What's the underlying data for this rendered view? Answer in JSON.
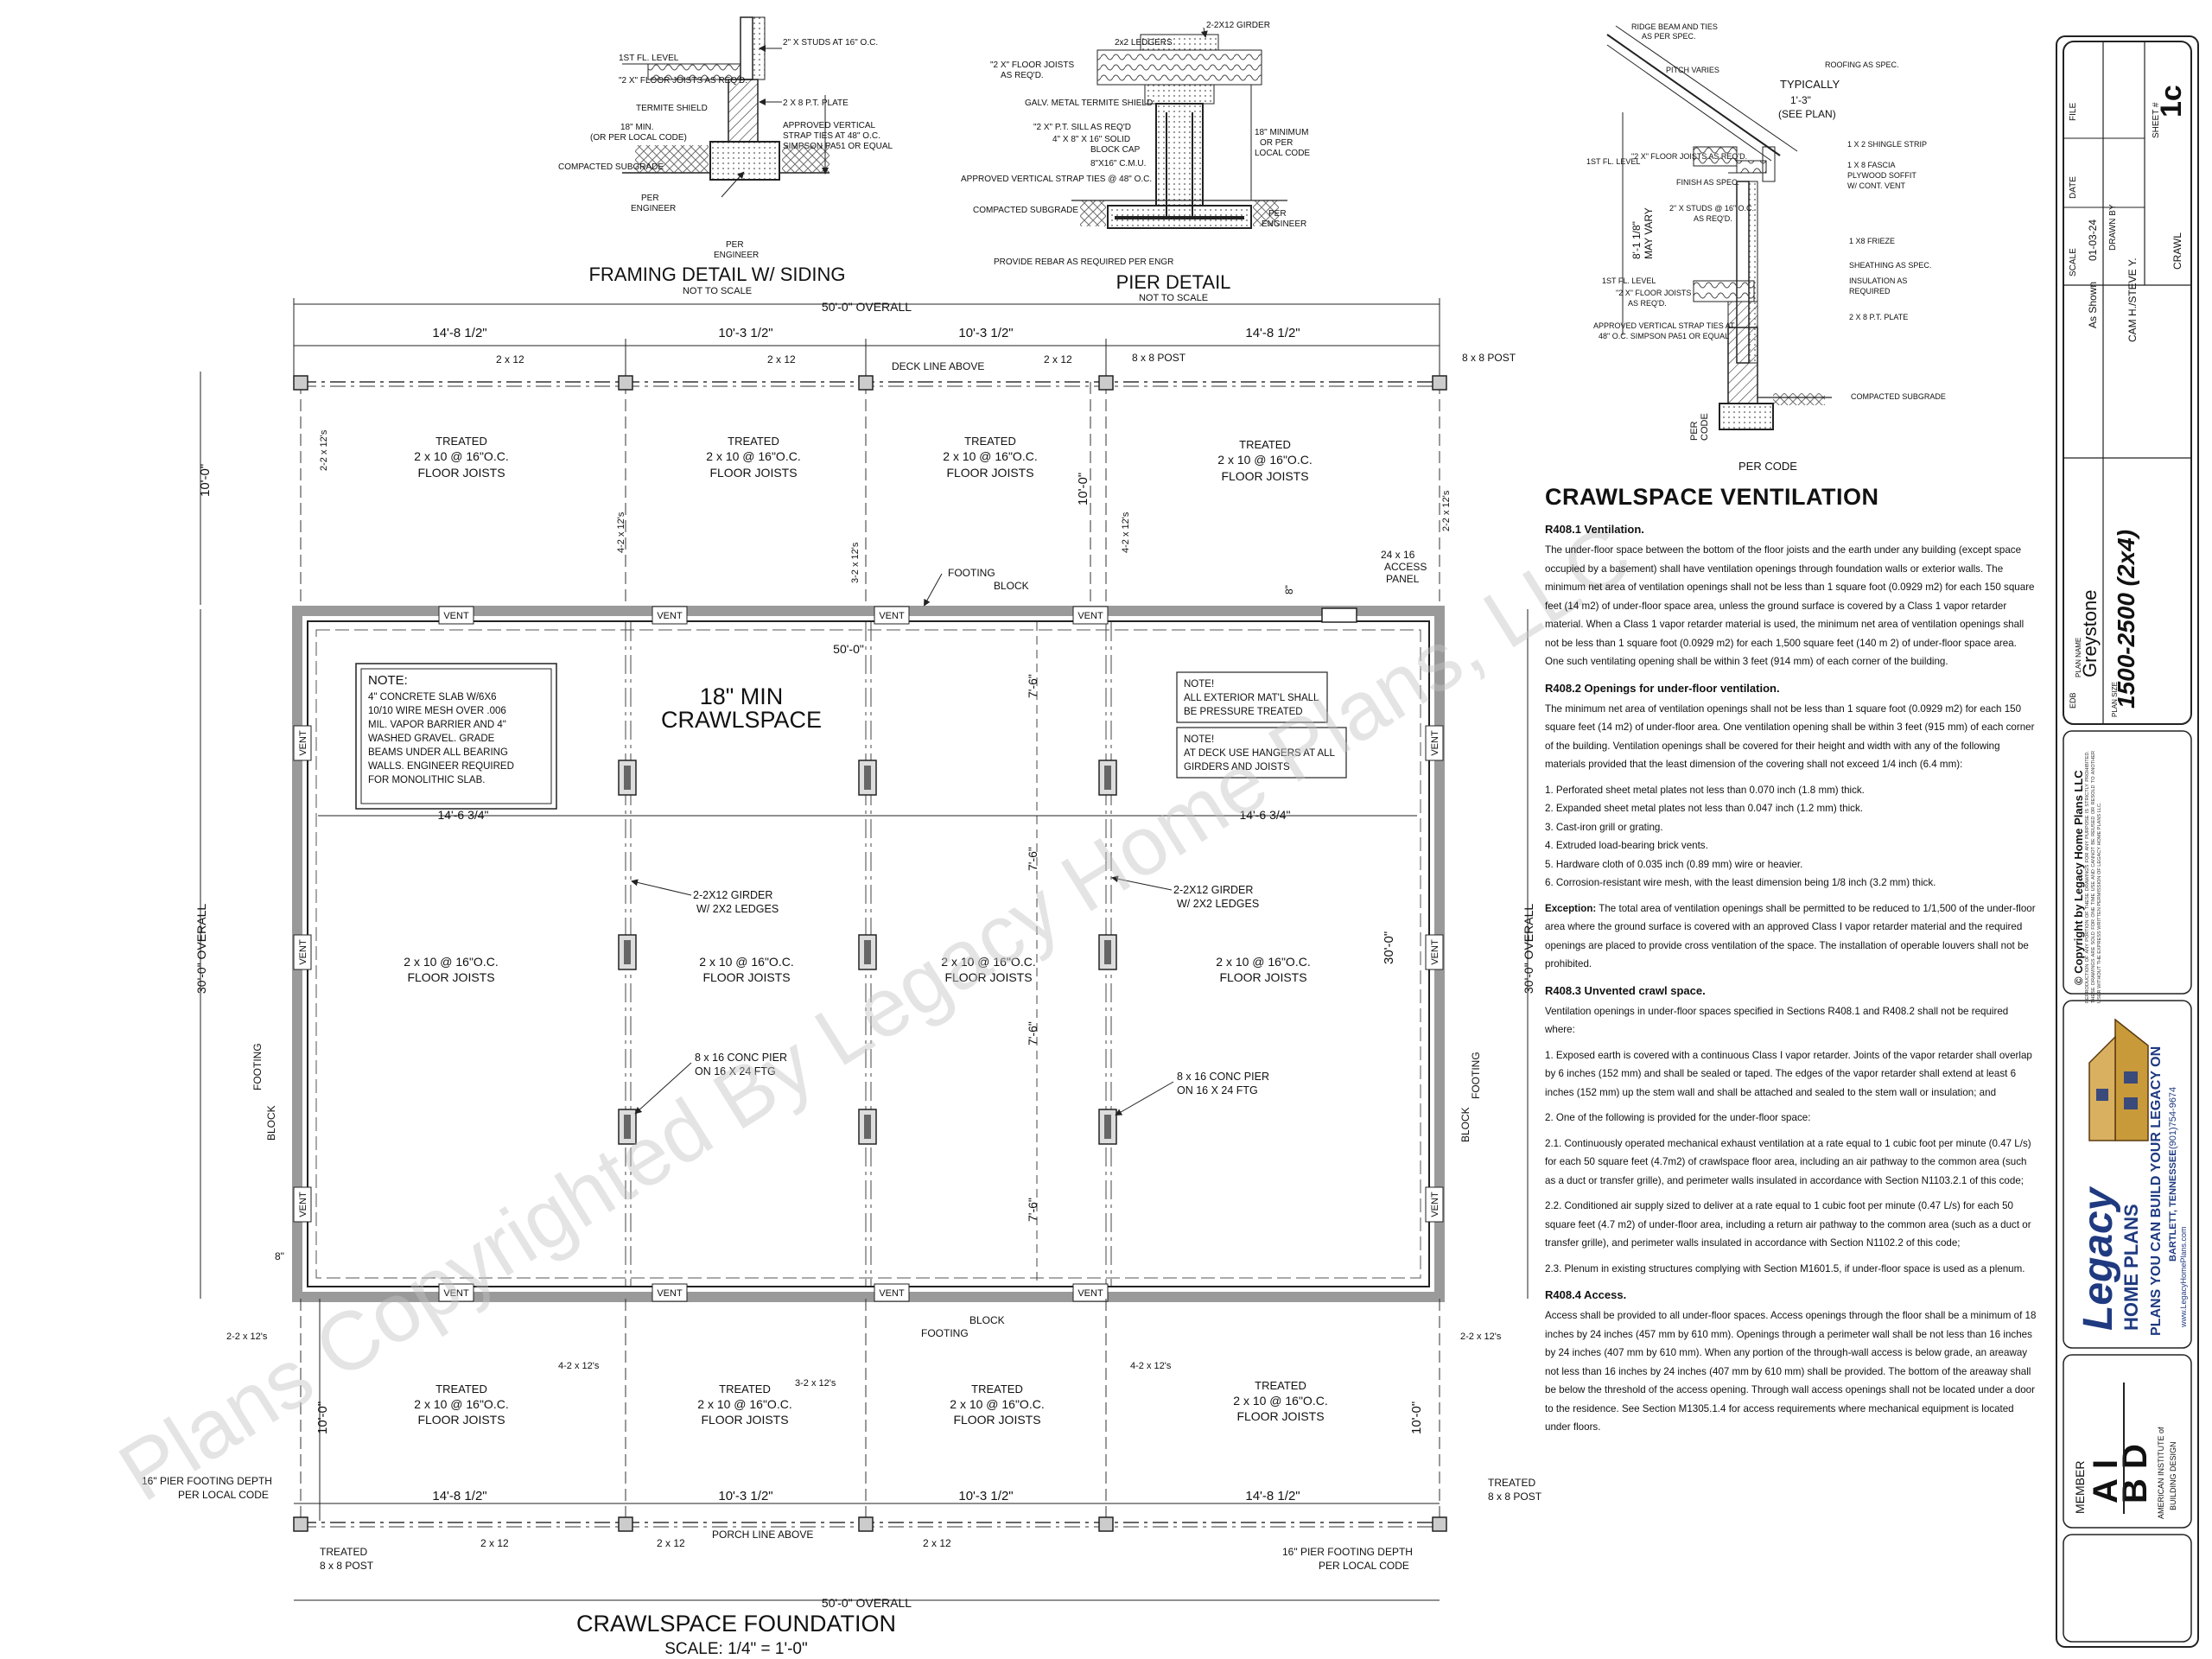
{
  "details": {
    "framing": {
      "title": "FRAMING DETAIL W/ SIDING",
      "subtitle": "NOT TO SCALE",
      "labels": {
        "studs": "2\" X STUDS AT 16\" O.C.",
        "fl_level": "1ST FL. LEVEL",
        "joists": "\"2 X\" FLOOR JOISTS AS REQ'D.",
        "termite": "TERMITE SHIELD",
        "plate": "2 X 8 P.T. PLATE",
        "min": "18\" MIN.",
        "local": "(OR PER LOCAL CODE)",
        "strap1": "APPROVED VERTICAL",
        "strap2": "STRAP TIES AT 48\" O.C.",
        "strap3": "SIMPSON PA51 OR EQUAL",
        "subgrade": "COMPACTED SUBGRADE",
        "per": "PER",
        "engineer": "ENGINEER",
        "per2": "PER",
        "engineer2": "ENGINEER"
      }
    },
    "pier": {
      "title": "PIER DETAIL",
      "subtitle": "NOT TO SCALE",
      "labels": {
        "girder": "2-2X12 GIRDER",
        "ledgers": "2x2 LEDGERS",
        "joists1": "\"2 X\" FLOOR JOISTS",
        "joists2": "AS REQ'D.",
        "termite": "GALV. METAL TERMITE SHIELD",
        "sill1": "\"2 X\" P.T. SILL AS REQ'D",
        "sill2": "4\" X 8\" X 16\" SOLID",
        "sill3": "BLOCK CAP",
        "cmu": "8\"X16\" C.M.U.",
        "min1": "18\" MINIMUM",
        "min2": "OR PER",
        "min3": "LOCAL CODE",
        "strap": "APPROVED VERTICAL STRAP TIES @ 48\" O.C.",
        "subgrade": "COMPACTED SUBGRADE",
        "per": "PER",
        "engineer": "ENGINEER",
        "rebar": "PROVIDE REBAR AS REQUIRED PER ENGR"
      }
    },
    "wall": {
      "labels": {
        "ridge1": "RIDGE BEAM AND TIES",
        "ridge2": "AS PER SPEC.",
        "pitch": "PITCH VARIES",
        "roofing": "ROOFING AS SPEC.",
        "typically": "TYPICALLY",
        "overhang": "1'-3\"",
        "seeplan": "(SEE PLAN)",
        "shingle": "1 X 2 SHINGLE STRIP",
        "fascia": "1 X 8 FASCIA",
        "soffit1": "PLYWOOD SOFFIT",
        "soffit2": "W/ CONT. VENT",
        "flevel": "1ST FL. LEVEL",
        "joists": "\"2 X\" FLOOR JOISTS AS REQ'D.",
        "finish": "FINISH AS SPEC.",
        "studs1": "2\" X STUDS @ 16\" O.C.",
        "studs2": "AS REQ'D.",
        "frieze": "1 X8 FRIEZE",
        "height1": "8'-1 1/8\"",
        "height2": "MAY VARY",
        "sheathing": "SHEATHING AS SPEC.",
        "insul1": "INSULATION AS",
        "insul2": "REQUIRED",
        "fl2": "1ST FL. LEVEL",
        "jst2": "\"2 X\" FLOOR JOISTS",
        "jst3": "AS REQ'D.",
        "plate": "2 X 8 P.T. PLATE",
        "strap1": "APPROVED VERTICAL STRAP TIES AT",
        "strap2": "48\" O.C. SIMPSON PA51 OR EQUAL",
        "subgrade": "COMPACTED SUBGRADE",
        "per": "PER",
        "code": "CODE",
        "percode": "PER CODE"
      }
    }
  },
  "plan": {
    "title": "CRAWLSPACE FOUNDATION",
    "scale": "SCALE: 1/4\" = 1'-0\"",
    "overall_top": "50'-0\" OVERALL",
    "overall_bottom": "50'-0\" OVERALL",
    "overall_left": "30'-0\" OVERALL",
    "overall_right": "30'-0\" OVERALL",
    "dims_top": [
      "14'-8 1/2\"",
      "10'-3 1/2\"",
      "10'-3 1/2\"",
      "14'-8 1/2\""
    ],
    "dims_bottom": [
      "14'-8 1/2\"",
      "10'-3 1/2\"",
      "10'-3 1/2\"",
      "14'-8 1/2\""
    ],
    "deck_depth": "10'-0\"",
    "porch_depth": "10'-0\"",
    "deck_depth_mid": "10'-0\"",
    "porch_depth_right": "10'-0\"",
    "inside_width": "50'-0\"",
    "inside_height": "30'-0\"",
    "left_dim": "14'-6 3/4\"",
    "right_dim": "14'-6 3/4\"",
    "vdims": [
      "7'-6\"",
      "7'-6\"",
      "7'-6\"",
      "7'-6\""
    ],
    "beam_top": [
      "2 x 12",
      "2 x 12",
      "2 x 12"
    ],
    "beam_bottom": [
      "2 x 12",
      "2 x 12",
      "2 x 12"
    ],
    "deck_line": "DECK LINE ABOVE",
    "porch_line": "PORCH  LINE ABOVE",
    "post_top1": "8 x 8 POST",
    "post_top2": "8 x 8 POST",
    "post_bottom1": "TREATED",
    "post_bottom2": "8 x 8 POST",
    "post_bottom_r1": "TREATED",
    "post_bottom_r2": "8 x 8 POST",
    "side_beams": [
      "2-2 x 12's",
      "2-2 x 12's"
    ],
    "side_beams_bottom": [
      "2-2 x 12's",
      "2-2 x 12's"
    ],
    "deck_beams": [
      "4-2 x 12's",
      "3-2 x 12's",
      "4-2 x 12's"
    ],
    "porch_beams": [
      "4-2 x 12's",
      "3-2 x 12's",
      "4-2 x 12's"
    ],
    "treated": "TREATED",
    "joist_spec": "2 x 10 @ 16\"O.C.",
    "floor_joists": "FLOOR JOISTS",
    "crawl1": "18\" MIN",
    "crawl2": "CRAWLSPACE",
    "footing": "FOOTING",
    "block": "BLOCK",
    "vent": "VENT",
    "access1": "24 x 16",
    "access2": "ACCESS",
    "access3": "PANEL",
    "eight": "8\"",
    "girder1": "2-2X12 GIRDER",
    "girder2": "W/ 2X2 LEDGES",
    "pier1": "8 x 16 CONC PIER",
    "pier2": "ON 16 X 24 FTG",
    "pier_footing1": "16\" PIER FOOTING DEPTH",
    "pier_footing2": "PER LOCAL CODE",
    "note_title": "NOTE:",
    "note_lines": [
      "4\" CONCRETE SLAB W/6X6",
      "10/10 WIRE MESH OVER .006",
      "MIL. VAPOR BARRIER AND 4\"",
      "WASHED GRAVEL.  GRADE",
      "BEAMS UNDER ALL BEARING",
      "WALLS.  ENGINEER REQUIRED",
      "FOR MONOLITHIC SLAB."
    ],
    "note2": [
      "NOTE!",
      "ALL EXTERIOR MAT'L SHALL",
      "BE PRESSURE TREATED"
    ],
    "note3": [
      "NOTE!",
      "AT DECK USE HANGERS AT ALL",
      "GIRDERS AND JOISTS"
    ],
    "watermark": "Plans Copyrighted By Legacy Home Plans, LLC"
  },
  "code": {
    "title": "CRAWLSPACE VENTILATION",
    "r1_title": "R408.1 Ventilation.",
    "r1_text": "The under-floor space between the bottom of the floor joists and the earth under any building (except space occupied by a basement) shall have ventilation openings through foundation walls or exterior walls. The minimum net area of ventilation openings shall not be less than 1 square foot (0.0929 m2) for each 150 square feet (14 m2) of under-floor space area, unless the ground surface is covered by a Class 1 vapor retarder material. When a Class 1 vapor retarder material is used, the minimum net area of ventilation openings shall not be less than 1 square foot (0.0929 m2) for each 1,500 square feet (140 m 2) of under-floor space area. One such ventilating opening shall be within 3 feet (914 mm) of each corner of the building.",
    "r2_title": "R408.2 Openings for under-floor ventilation.",
    "r2_text": "The minimum net area of ventilation openings shall not be less than 1 square foot (0.0929 m2) for each 150 square feet (14 m2) of under-floor area. One ventilation opening shall be within 3 feet (915 mm) of each corner of the building. Ventilation openings shall be covered for their height and width with any of the following materials provided that the least dimension of the covering shall not exceed 1/4 inch (6.4 mm):",
    "r2_items": [
      "1. Perforated sheet metal plates not less than 0.070 inch (1.8 mm) thick.",
      "2. Expanded sheet metal plates not less than 0.047 inch (1.2 mm) thick.",
      "3. Cast-iron grill or grating.",
      "4. Extruded load-bearing brick vents.",
      "5. Hardware cloth of 0.035 inch (0.89 mm) wire or heavier.",
      "6. Corrosion-resistant wire mesh, with the least dimension being 1/8 inch (3.2 mm) thick."
    ],
    "exception_label": "Exception:",
    "exception_text": " The total area of ventilation openings shall be permitted to be reduced to 1/1,500 of the under-floor area where the ground surface is covered with an approved Class I vapor retarder material and the required openings are placed to provide cross ventilation of the space. The installation of operable louvers shall not be prohibited.",
    "r3_title": "R408.3 Unvented crawl space.",
    "r3_text": "Ventilation openings in under-floor spaces specified in Sections R408.1 and R408.2 shall not be required where:",
    "r3_item1": "1. Exposed earth is covered with a continuous Class I vapor retarder. Joints of the vapor retarder shall overlap by 6 inches (152 mm) and shall be sealed or taped. The edges of the vapor retarder shall extend at least 6 inches (152 mm) up the stem wall and shall be attached and sealed to the stem wall or insulation; and",
    "r3_item2": "2. One of the following is provided for the under-floor space:",
    "r3_item21": "2.1. Continuously operated mechanical exhaust ventilation at a rate equal to 1 cubic foot per minute (0.47 L/s) for each 50 square feet (4.7m2) of crawlspace floor area, including an air pathway to the common area (such as a duct or transfer grille), and perimeter walls insulated in accordance with Section N1103.2.1 of this code;",
    "r3_item22": "2.2. Conditioned air supply sized to deliver at a rate equal to 1 cubic foot per minute (0.47 L/s) for each 50 square feet (4.7 m2) of under-floor area, including a return air pathway to the common area (such as a duct or transfer grille), and perimeter walls insulated in accordance with Section N1102.2 of this code;",
    "r3_item23": "2.3. Plenum in existing structures complying with Section M1601.5, if under-floor space is used as a plenum.",
    "r4_title": "R408.4 Access.",
    "r4_text": "Access shall be provided to all under-floor spaces. Access openings through the floor shall be a minimum of 18 inches by 24 inches (457 mm by 610 mm). Openings through a perimeter wall shall be not less than 16 inches by 24 inches (407 mm by 610 mm). When any portion of the through-wall access is below grade, an areaway not less than 16 inches by 24 inches (407 mm by 610 mm) shall be provided. The bottom of the areaway shall be below the threshold of the access opening. Through wall access openings shall not be located under a door to the residence. See Section M1305.1.4 for access requirements where mechanical equipment is located under floors."
  },
  "titleblock": {
    "sheet": "1c",
    "sheet_label": "SHEET #",
    "file_label": "FILE",
    "date_label": "DATE",
    "date": "01-03-24",
    "scale_label": "SCALE",
    "scale": "As Shown",
    "drawn_label": "DRAWN BY",
    "drawn": "CAM H./STEVE Y.",
    "crawl": "CRAWL",
    "plan_size": "1500-2500 (2x4)",
    "plan_name": "Greystone",
    "plan_name_label": "PLAN NAME",
    "plan_size_label": "PLAN SIZE",
    "edb": "EDB",
    "copyright": "© Copyright by Legacy Home Plans LLC",
    "copyright_fine": "REPRODUCTION OF ANY PORTION OF THESE DRAWINGS FOR ANY PURPOSE IS STRICTLY PROHIBITED. THESE DRAWINGS ARE SOLD FOR ONE TIME USE AND CANNOT BE REUSED OR RESOLD TO ANOTHER USER WITHOUT THE EXPRESS WRITTEN PERMISSION OF LEGACY HOME PLANS LLC.",
    "logo_name": "Legacy",
    "logo_sub": "HOME PLANS",
    "tagline": "PLANS YOU CAN BUILD YOUR LEGACY ON",
    "city": "BARTLETT, TENNESSEE",
    "phone": "(901)754-9674",
    "site": "www.LegacyHomePlans.com",
    "member": "MEMBER",
    "aibd_a": "A",
    "aibd_i": "I",
    "aibd_b": "B",
    "aibd_d": "D",
    "aibd_full1": "AMERICAN INSTITUTE of",
    "aibd_full2": "BUILDING DESIGN"
  }
}
